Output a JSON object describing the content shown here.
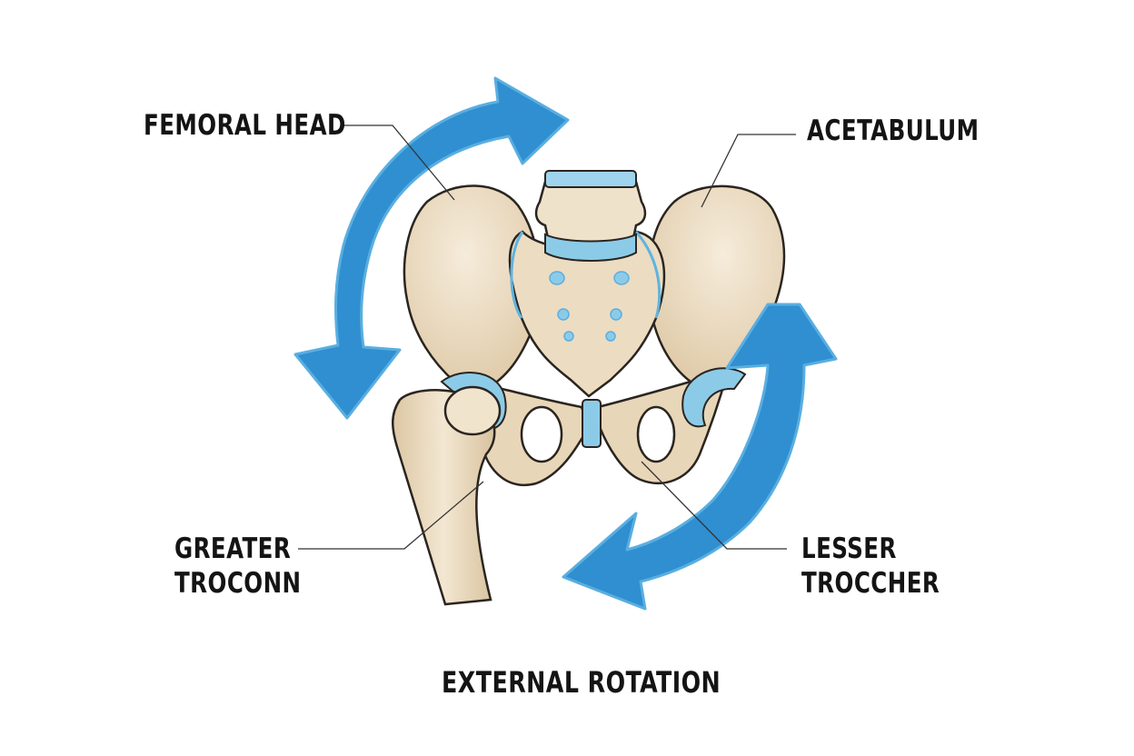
{
  "labels": {
    "femoral_head": "FEMORAL HEAD",
    "acetabulum": "ACETABULUM",
    "greater_line1": "GREATER",
    "greater_line2": "TROCONN",
    "lesser_line1": "LESSER",
    "lesser_line2": "TROCCHER"
  },
  "caption": "EXTERNAL ROTATION",
  "colors": {
    "bone": "#eee0c8",
    "bone_shadow": "#d9c6a6",
    "cartilage": "#8ccbe8",
    "arrow": "#2f8fd0",
    "arrow_outline": "#5aaee0",
    "outline": "#2a2520"
  }
}
